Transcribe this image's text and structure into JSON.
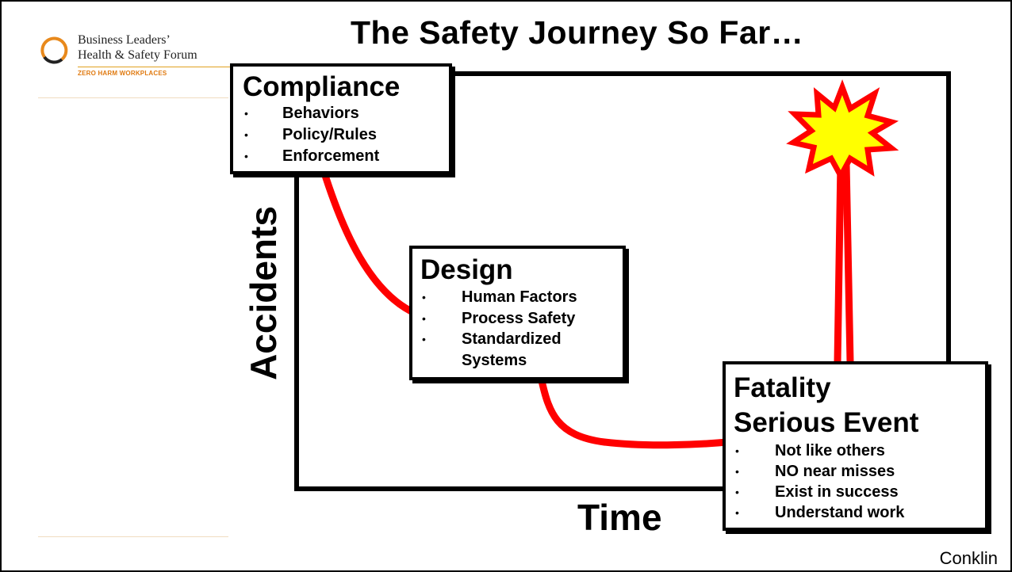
{
  "logo": {
    "line1": "Business Leaders’",
    "line2": "Health & Safety Forum",
    "tagline": "ZERO HARM WORKPLACES",
    "colors": {
      "ring": "#e8891c",
      "tagline": "#e07a10"
    }
  },
  "title": "The Safety Journey So Far…",
  "axes": {
    "y_label": "Accidents",
    "x_label": "Time"
  },
  "boxes": {
    "compliance": {
      "heading": "Compliance",
      "items": [
        "Behaviors",
        "Policy/Rules",
        "Enforcement"
      ]
    },
    "design": {
      "heading": "Design",
      "items": [
        "Human Factors",
        "Process Safety",
        "Standardized",
        "Systems"
      ]
    },
    "fatality": {
      "heading_line1": "Fatality",
      "heading_line2": "Serious Event",
      "items": [
        "Not like others",
        "NO near misses",
        "Exist in success",
        "Understand work"
      ]
    }
  },
  "credit": "Conklin",
  "bullet": "•",
  "colors": {
    "curve": "#ff0000",
    "burst_fill": "#ffff00",
    "burst_outline": "#ff0000"
  }
}
